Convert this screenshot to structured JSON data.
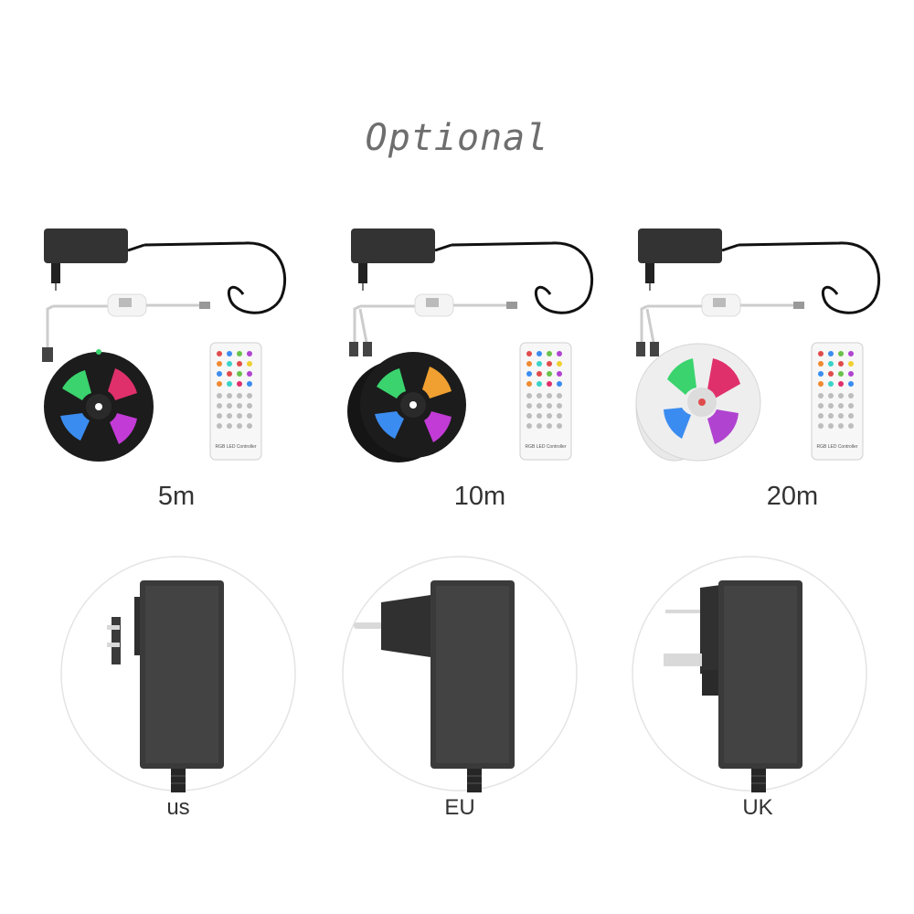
{
  "title": "Optional",
  "kits": [
    {
      "label": "5m",
      "reels": 1,
      "reel_style": "black"
    },
    {
      "label": "10m",
      "reels": 2,
      "reel_style": "black"
    },
    {
      "label": "20m",
      "reels": 2,
      "reel_style": "white"
    }
  ],
  "remote_text": "RGB LED Controller",
  "plugs": [
    {
      "label": "us",
      "type": "us-plug-icon"
    },
    {
      "label": "EU",
      "type": "eu-plug-icon"
    },
    {
      "label": "UK",
      "type": "uk-plug-icon"
    }
  ],
  "colors": {
    "adapter": "#3a3a3a",
    "title": "#6e6e6e",
    "circle": "#e4e4e4"
  }
}
